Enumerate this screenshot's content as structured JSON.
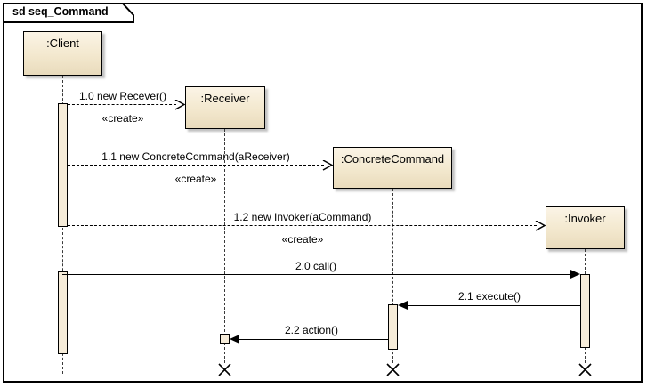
{
  "diagram": {
    "type": "uml-sequence-diagram",
    "frame_label": "sd seq_Command",
    "frame_keyword": "sd",
    "frame_name": "seq_Command",
    "colors": {
      "box_fill_light": "#fbf4e6",
      "box_fill_dark": "#e9dbbc",
      "border": "#000000",
      "activation_fill": "#f6ecd9",
      "lifeline": "#3a3a3a",
      "background": "#ffffff"
    }
  },
  "participants": [
    {
      "id": "client",
      "label": ":Client"
    },
    {
      "id": "receiver",
      "label": ":Receiver"
    },
    {
      "id": "concretecommand",
      "label": ":ConcreteCommand"
    },
    {
      "id": "invoker",
      "label": ":Invoker"
    }
  ],
  "messages": [
    {
      "seq": "1.0",
      "label": "1.0 new Recever()",
      "stereotype": "«create»",
      "from": "client",
      "to": "receiver",
      "kind": "create",
      "line": "dashed",
      "arrow": "open"
    },
    {
      "seq": "1.1",
      "label": "1.1 new ConcreteCommand(aReceiver)",
      "stereotype": "«create»",
      "from": "client",
      "to": "concretecommand",
      "kind": "create",
      "line": "dashed",
      "arrow": "open"
    },
    {
      "seq": "1.2",
      "label": "1.2 new Invoker(aCommand)",
      "stereotype": "«create»",
      "from": "client",
      "to": "invoker",
      "kind": "create",
      "line": "dashed",
      "arrow": "open"
    },
    {
      "seq": "2.0",
      "label": "2.0 call()",
      "stereotype": "",
      "from": "client",
      "to": "invoker",
      "kind": "synchronous",
      "line": "solid",
      "arrow": "filled"
    },
    {
      "seq": "2.1",
      "label": "2.1 execute()",
      "stereotype": "",
      "from": "invoker",
      "to": "concretecommand",
      "kind": "synchronous",
      "line": "solid",
      "arrow": "filled"
    },
    {
      "seq": "2.2",
      "label": "2.2 action()",
      "stereotype": "",
      "from": "concretecommand",
      "to": "receiver",
      "kind": "synchronous",
      "line": "solid",
      "arrow": "filled"
    }
  ],
  "destructions": [
    {
      "participant": "receiver",
      "marker": "x"
    },
    {
      "participant": "concretecommand",
      "marker": "x"
    },
    {
      "participant": "invoker",
      "marker": "x"
    }
  ]
}
